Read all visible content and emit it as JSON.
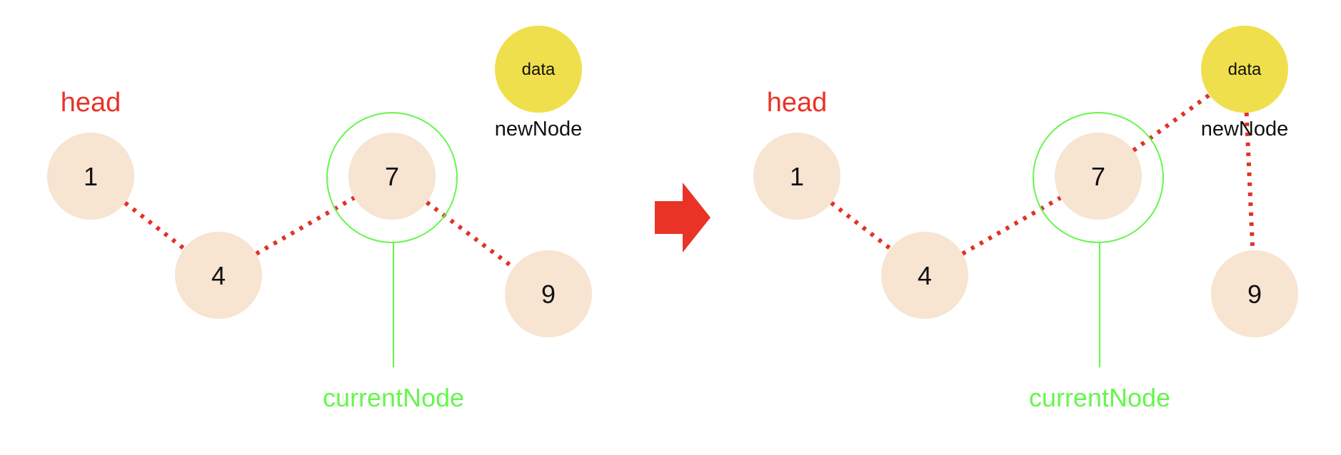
{
  "colors": {
    "node_fill": "#f7e4d1",
    "new_node_fill": "#f0df4d",
    "link_dots": "#e03326",
    "head_text": "#e83326",
    "current_marker": "#66f54d",
    "arrow": "#e83326"
  },
  "before": {
    "head_label": "head",
    "nodes": [
      {
        "id": "n1",
        "value": "1"
      },
      {
        "id": "n4",
        "value": "4"
      },
      {
        "id": "n7",
        "value": "7"
      },
      {
        "id": "n9",
        "value": "9"
      }
    ],
    "new_node": {
      "value": "data",
      "caption": "newNode"
    },
    "current_label": "currentNode",
    "links": [
      {
        "from": "n1",
        "to": "n4"
      },
      {
        "from": "n4",
        "to": "n7"
      },
      {
        "from": "n7",
        "to": "n9"
      }
    ]
  },
  "transition_arrow": "right-arrow-icon",
  "after": {
    "head_label": "head",
    "nodes": [
      {
        "id": "n1",
        "value": "1"
      },
      {
        "id": "n4",
        "value": "4"
      },
      {
        "id": "n7",
        "value": "7"
      },
      {
        "id": "n9",
        "value": "9"
      }
    ],
    "new_node": {
      "value": "data",
      "caption": "newNode"
    },
    "current_label": "currentNode",
    "links": [
      {
        "from": "n1",
        "to": "n4"
      },
      {
        "from": "n4",
        "to": "n7"
      },
      {
        "from": "n7",
        "to": "new"
      },
      {
        "from": "new",
        "to": "n9"
      }
    ]
  }
}
